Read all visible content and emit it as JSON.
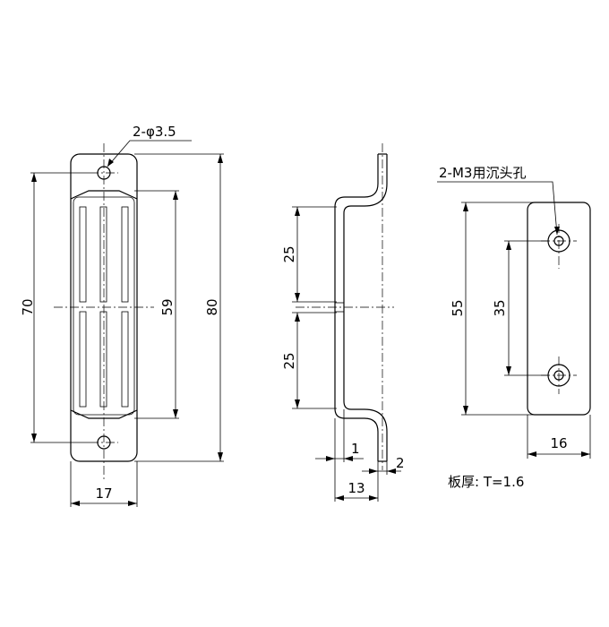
{
  "front_view": {
    "hole_callout": "2-φ3.5",
    "dim_height_holes": "70",
    "dim_height_total": "80",
    "dim_slot_length": "59",
    "dim_width": "17"
  },
  "side_view": {
    "dim_upper": "25",
    "dim_lower": "25",
    "dim_offset": "1",
    "dim_thickness": "2",
    "dim_depth": "13"
  },
  "strike_plate_view": {
    "hole_callout": "2-M3用沉头孔",
    "dim_height": "55",
    "dim_hole_pitch": "35",
    "dim_width": "16",
    "thickness_note": "板厚: T=1.6"
  }
}
